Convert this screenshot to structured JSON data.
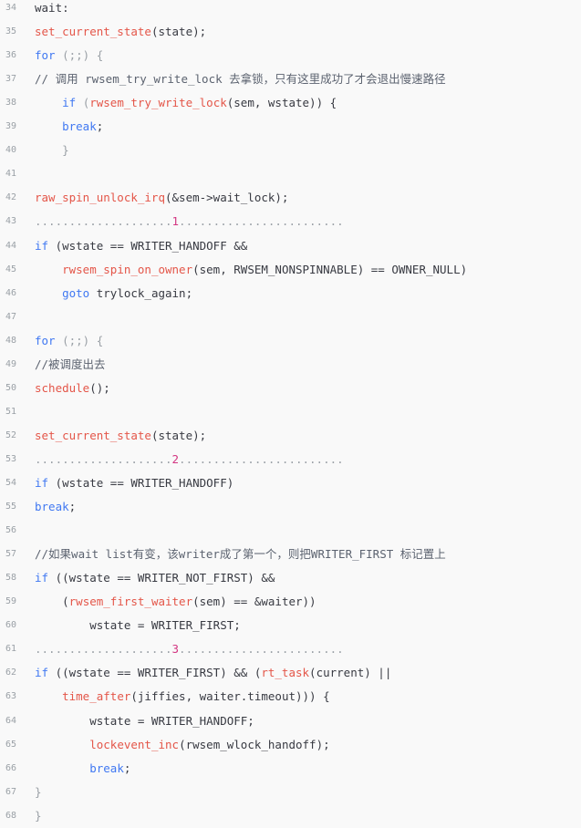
{
  "lines": [
    {
      "n": "34",
      "s": [
        {
          "t": "wait:",
          "c": ""
        }
      ]
    },
    {
      "n": "35",
      "s": [
        {
          "t": "set_current_state",
          "c": "fn"
        },
        {
          "t": "(state);",
          "c": ""
        }
      ]
    },
    {
      "n": "36",
      "s": [
        {
          "t": "for",
          "c": "kw"
        },
        {
          "t": " (;;) {",
          "c": "dim"
        }
      ]
    },
    {
      "n": "37",
      "s": [
        {
          "t": "// 调用 rwsem_try_write_lock 去拿锁，只有这里成功了才会退出慢速路径",
          "c": "cm"
        }
      ]
    },
    {
      "n": "38",
      "s": [
        {
          "t": "    ",
          "c": ""
        },
        {
          "t": "if",
          "c": "kw"
        },
        {
          "t": " (",
          "c": "dim"
        },
        {
          "t": "rwsem_try_write_lock",
          "c": "fn"
        },
        {
          "t": "(sem, wstate)) {",
          "c": ""
        }
      ]
    },
    {
      "n": "39",
      "s": [
        {
          "t": "    ",
          "c": ""
        },
        {
          "t": "break",
          "c": "kw"
        },
        {
          "t": ";",
          "c": ""
        }
      ]
    },
    {
      "n": "40",
      "s": [
        {
          "t": "    }",
          "c": "dim"
        }
      ]
    },
    {
      "n": "41",
      "s": []
    },
    {
      "n": "42",
      "s": [
        {
          "t": "raw_spin_unlock_irq",
          "c": "fn"
        },
        {
          "t": "(&sem->wait_lock);",
          "c": ""
        }
      ]
    },
    {
      "n": "43",
      "s": [
        {
          "t": "....................",
          "c": "dim"
        },
        {
          "t": "1",
          "c": "num"
        },
        {
          "t": "........................",
          "c": "dim"
        }
      ]
    },
    {
      "n": "44",
      "s": [
        {
          "t": "if",
          "c": "kw"
        },
        {
          "t": " (wstate == WRITER_HANDOFF &&",
          "c": ""
        }
      ]
    },
    {
      "n": "45",
      "s": [
        {
          "t": "    ",
          "c": ""
        },
        {
          "t": "rwsem_spin_on_owner",
          "c": "fn"
        },
        {
          "t": "(sem, RWSEM_NONSPINNABLE) == OWNER_NULL)",
          "c": ""
        }
      ]
    },
    {
      "n": "46",
      "s": [
        {
          "t": "    ",
          "c": ""
        },
        {
          "t": "goto",
          "c": "kw"
        },
        {
          "t": " trylock_again;",
          "c": ""
        }
      ]
    },
    {
      "n": "47",
      "s": []
    },
    {
      "n": "48",
      "s": [
        {
          "t": "for",
          "c": "kw"
        },
        {
          "t": " (;;) {",
          "c": "dim"
        }
      ]
    },
    {
      "n": "49",
      "s": [
        {
          "t": "//被调度出去",
          "c": "cm"
        }
      ]
    },
    {
      "n": "50",
      "s": [
        {
          "t": "schedule",
          "c": "fn"
        },
        {
          "t": "();",
          "c": ""
        }
      ]
    },
    {
      "n": "51",
      "s": []
    },
    {
      "n": "52",
      "s": [
        {
          "t": "set_current_state",
          "c": "fn"
        },
        {
          "t": "(state);",
          "c": ""
        }
      ]
    },
    {
      "n": "53",
      "s": [
        {
          "t": "....................",
          "c": "dim"
        },
        {
          "t": "2",
          "c": "num"
        },
        {
          "t": "........................",
          "c": "dim"
        }
      ]
    },
    {
      "n": "54",
      "s": [
        {
          "t": "if",
          "c": "kw"
        },
        {
          "t": " (wstate == WRITER_HANDOFF)",
          "c": ""
        }
      ]
    },
    {
      "n": "55",
      "s": [
        {
          "t": "break",
          "c": "kw"
        },
        {
          "t": ";",
          "c": ""
        }
      ]
    },
    {
      "n": "56",
      "s": []
    },
    {
      "n": "57",
      "s": [
        {
          "t": "//如果wait list有变，该writer成了第一个，则把WRITER_FIRST 标记置上",
          "c": "cm"
        }
      ]
    },
    {
      "n": "58",
      "s": [
        {
          "t": "if",
          "c": "kw"
        },
        {
          "t": " ((wstate == WRITER_NOT_FIRST) &&",
          "c": ""
        }
      ]
    },
    {
      "n": "59",
      "s": [
        {
          "t": "    (",
          "c": ""
        },
        {
          "t": "rwsem_first_waiter",
          "c": "fn"
        },
        {
          "t": "(sem) == &waiter))",
          "c": ""
        }
      ]
    },
    {
      "n": "60",
      "s": [
        {
          "t": "        wstate = WRITER_FIRST;",
          "c": ""
        }
      ]
    },
    {
      "n": "61",
      "s": [
        {
          "t": "....................",
          "c": "dim"
        },
        {
          "t": "3",
          "c": "num"
        },
        {
          "t": "........................",
          "c": "dim"
        }
      ]
    },
    {
      "n": "62",
      "s": [
        {
          "t": "if",
          "c": "kw"
        },
        {
          "t": " ((wstate == WRITER_FIRST) && (",
          "c": ""
        },
        {
          "t": "rt_task",
          "c": "fn"
        },
        {
          "t": "(current) ||",
          "c": ""
        }
      ]
    },
    {
      "n": "63",
      "s": [
        {
          "t": "    ",
          "c": ""
        },
        {
          "t": "time_after",
          "c": "fn"
        },
        {
          "t": "(jiffies, waiter.timeout))) {",
          "c": ""
        }
      ]
    },
    {
      "n": "64",
      "s": [
        {
          "t": "        wstate = WRITER_HANDOFF;",
          "c": ""
        }
      ]
    },
    {
      "n": "65",
      "s": [
        {
          "t": "        ",
          "c": ""
        },
        {
          "t": "lockevent_inc",
          "c": "fn"
        },
        {
          "t": "(rwsem_wlock_handoff);",
          "c": ""
        }
      ]
    },
    {
      "n": "66",
      "s": [
        {
          "t": "        ",
          "c": ""
        },
        {
          "t": "break",
          "c": "kw"
        },
        {
          "t": ";",
          "c": ""
        }
      ]
    },
    {
      "n": "67",
      "s": [
        {
          "t": "}",
          "c": "dim"
        }
      ]
    },
    {
      "n": "68",
      "s": [
        {
          "t": "}",
          "c": "dim"
        }
      ]
    }
  ]
}
